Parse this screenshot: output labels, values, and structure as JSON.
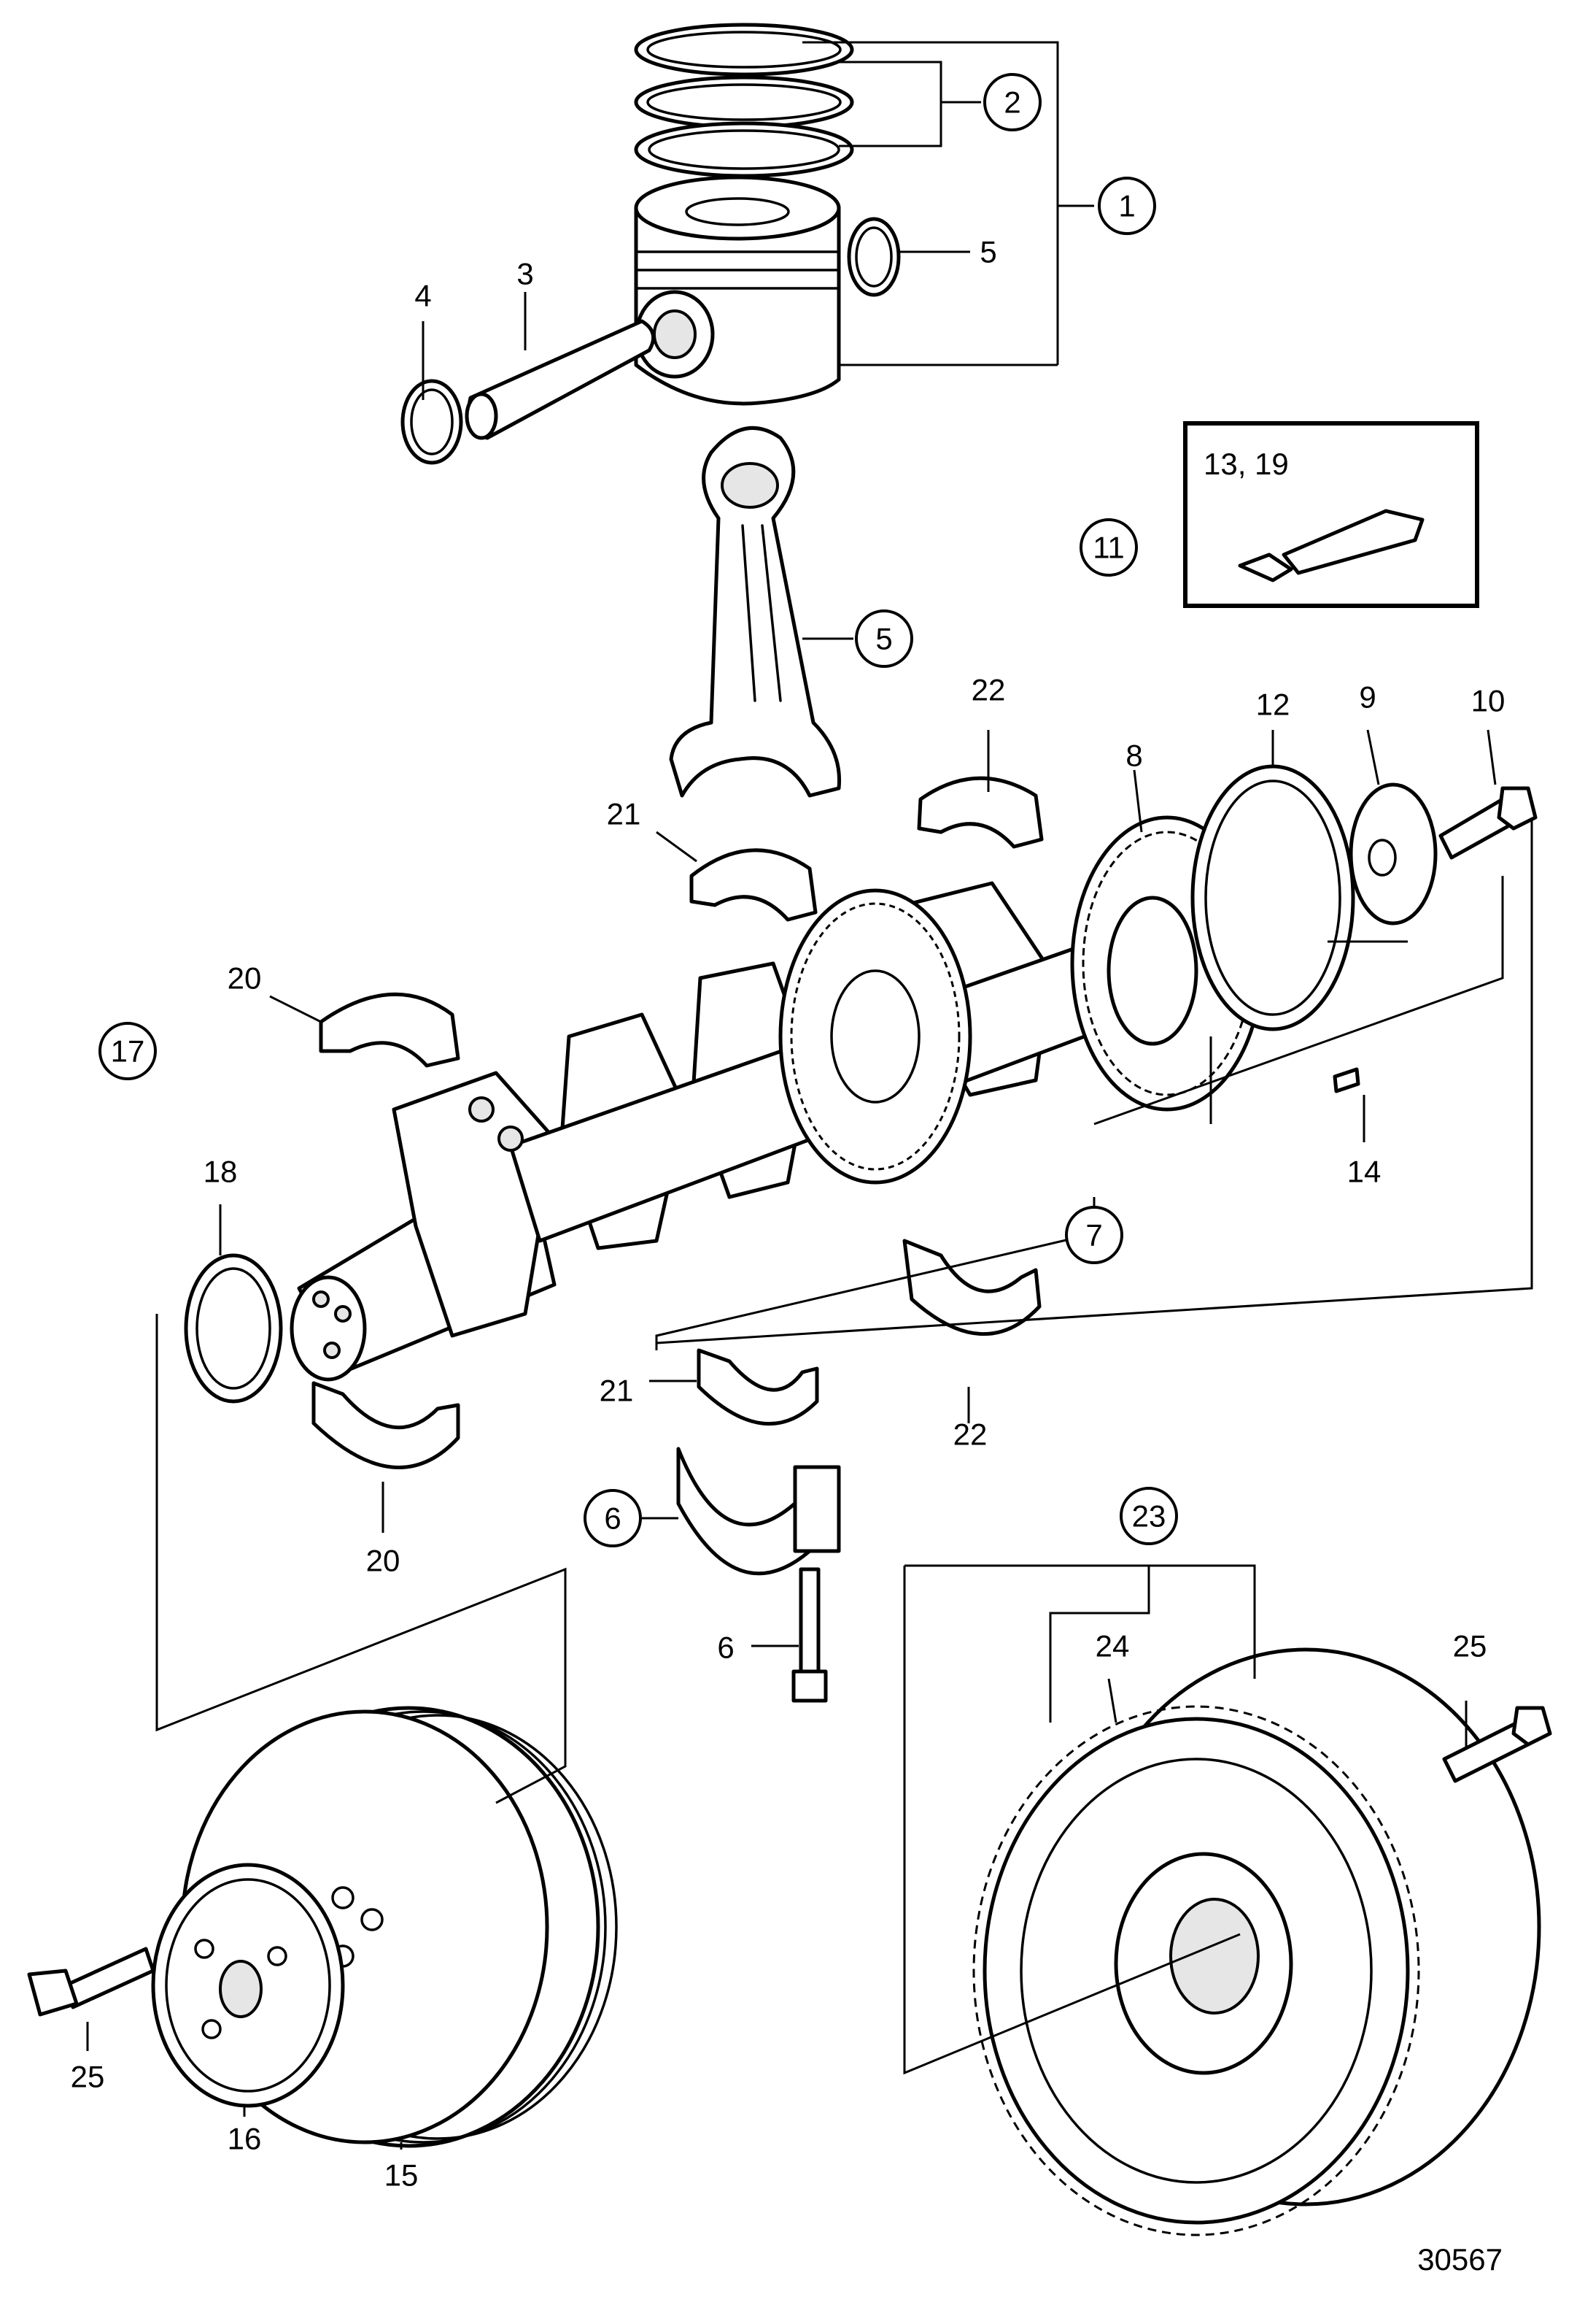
{
  "figure_number": "30567",
  "kit_box_text": "13, 19",
  "callouts_circled": {
    "c1": "1",
    "c2": "2",
    "c5": "5",
    "c6": "6",
    "c7": "7",
    "c11": "11",
    "c17": "17",
    "c23": "23"
  },
  "labels": {
    "l3": "3",
    "l4": "4",
    "l5": "5",
    "l6": "6",
    "l8": "8",
    "l9": "9",
    "l10": "10",
    "l12": "12",
    "l14": "14",
    "l15": "15",
    "l16": "16",
    "l18": "18",
    "l20a": "20",
    "l20b": "20",
    "l21a": "21",
    "l21b": "21",
    "l22a": "22",
    "l22b": "22",
    "l24": "24",
    "l25a": "25",
    "l25b": "25"
  }
}
